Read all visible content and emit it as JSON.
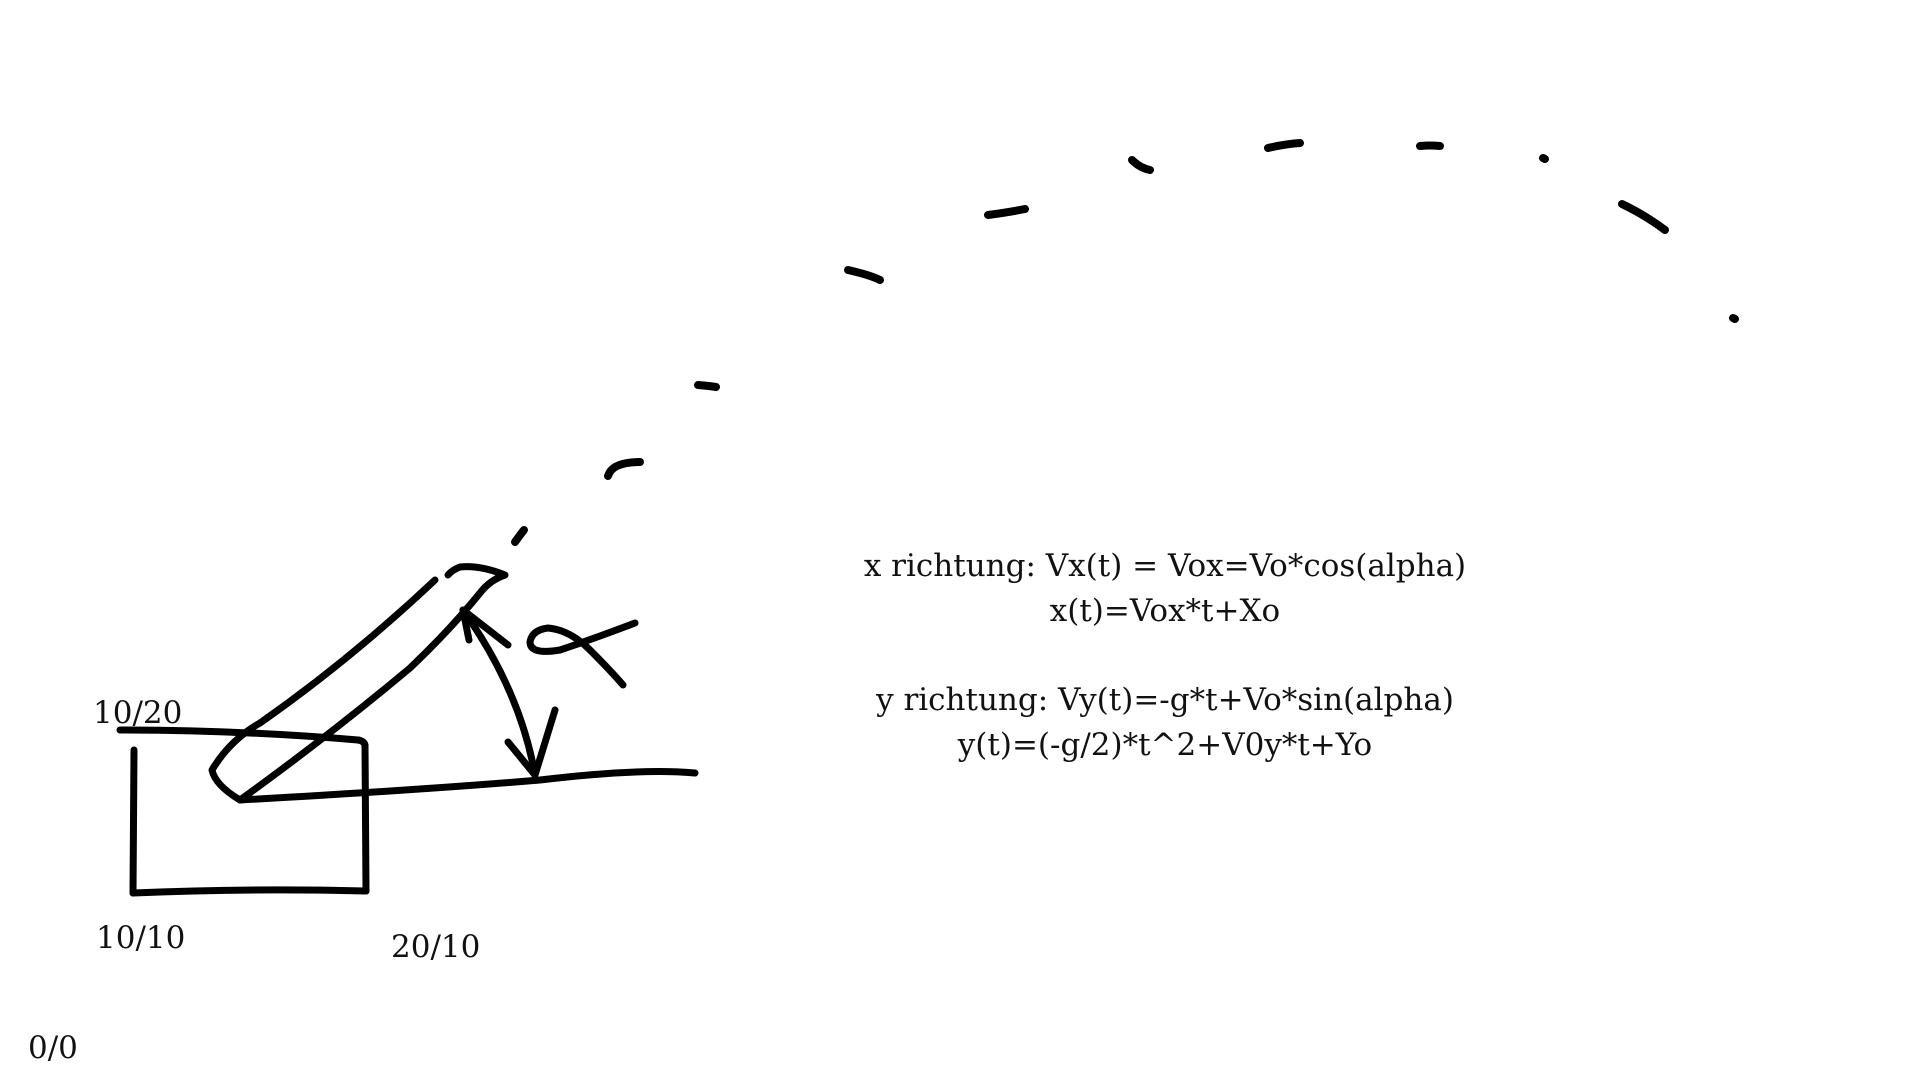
{
  "diagram": {
    "point_labels": {
      "top_left": "10/20",
      "bottom_left": "10/10",
      "bottom_right": "20/10",
      "origin": "0/0"
    },
    "angle_symbol_icon": "alpha-symbol-icon",
    "formulas": {
      "x_direction": "x richtung: Vx(t) = Vox=Vo*cos(alpha)",
      "x_position": "x(t)=Vox*t+Xo",
      "y_direction": "y richtung: Vy(t)=-g*t+Vo*sin(alpha)",
      "y_position": "y(t)=(-g/2)*t^2+V0y*t+Yo"
    }
  }
}
